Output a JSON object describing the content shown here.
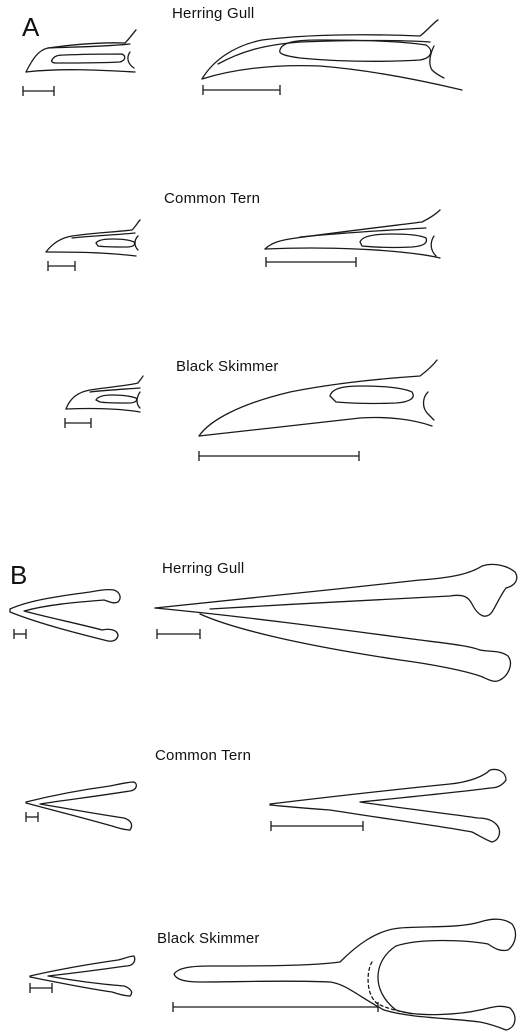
{
  "panels": [
    {
      "letter": "A",
      "species": [
        "Herring Gull",
        "Common Tern",
        "Black Skimmer"
      ]
    },
    {
      "letter": "B",
      "species": [
        "Herring Gull",
        "Common Tern",
        "Black Skimmer"
      ]
    }
  ],
  "colors": {
    "ink": "#1a1a1a",
    "background": "#ffffff"
  }
}
